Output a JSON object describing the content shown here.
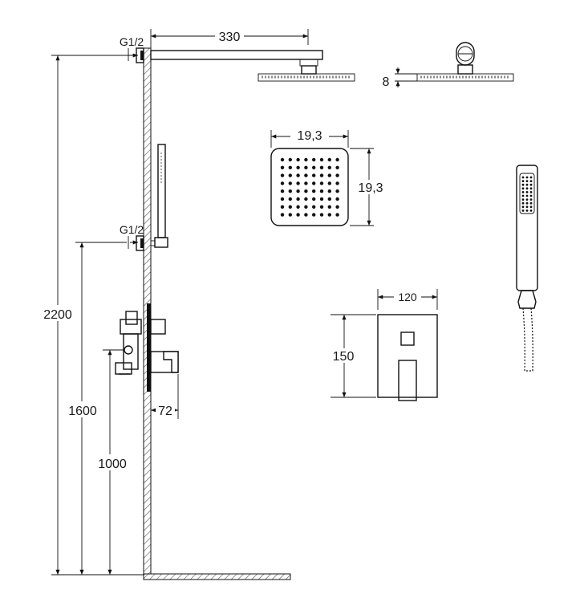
{
  "dimensions": {
    "arm_length": "330",
    "head_thickness": "8",
    "head_width": "19,3",
    "head_depth": "19,3",
    "plate_width": "120",
    "plate_height": "150",
    "mixer_projection": "72",
    "height_total": "2200",
    "height_holder": "1600",
    "height_mixer": "1000",
    "thread_top": "G1/2",
    "thread_bottom": "G1/2"
  }
}
